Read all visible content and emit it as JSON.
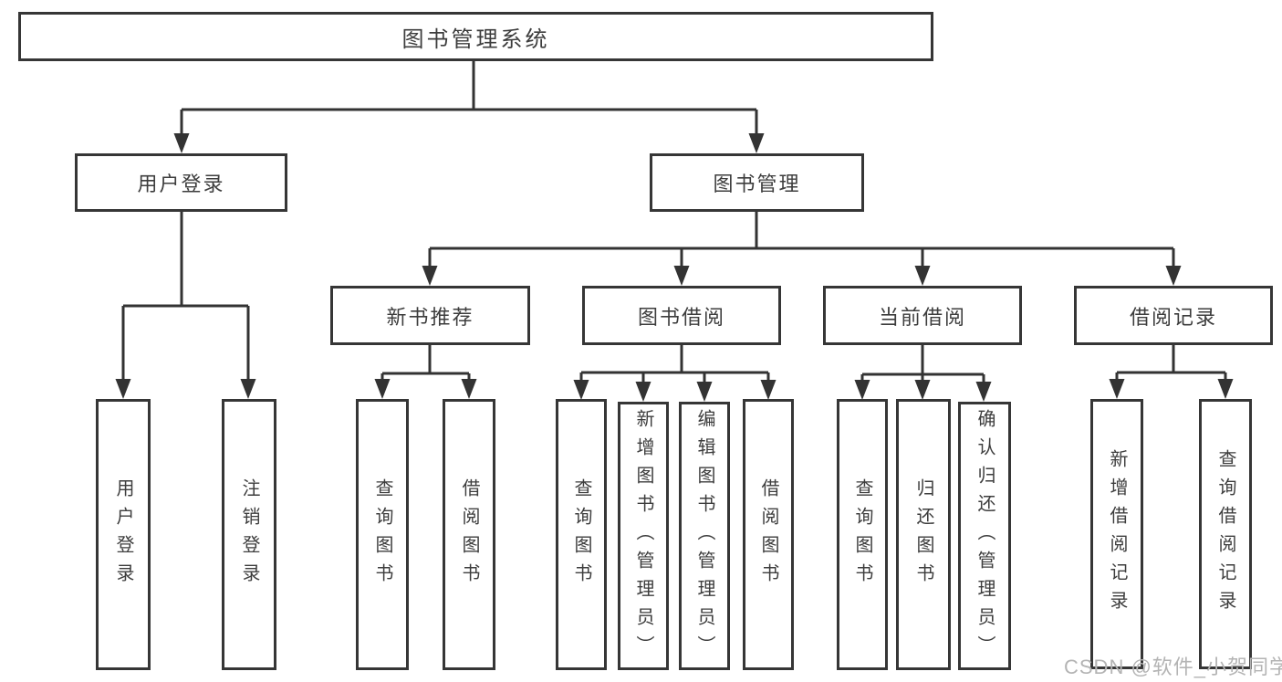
{
  "tree": {
    "root": {
      "label": "图书管理系统"
    },
    "branches": [
      {
        "label": "用户登录",
        "children": [
          {
            "label": "用户登录"
          },
          {
            "label": "注销登录"
          }
        ]
      },
      {
        "label": "图书管理",
        "children": [
          {
            "label": "新书推荐",
            "children": [
              {
                "label": "查询图书"
              },
              {
                "label": "借阅图书"
              }
            ]
          },
          {
            "label": "图书借阅",
            "children": [
              {
                "label": "查询图书"
              },
              {
                "label": "新增图书（管理员）"
              },
              {
                "label": "编辑图书（管理员）"
              },
              {
                "label": "借阅图书"
              }
            ]
          },
          {
            "label": "当前借阅",
            "children": [
              {
                "label": "查询图书"
              },
              {
                "label": "归还图书"
              },
              {
                "label": "确认归还（管理员）"
              }
            ]
          },
          {
            "label": "借阅记录",
            "children": [
              {
                "label": "新增借阅记录"
              },
              {
                "label": "查询借阅记录"
              }
            ]
          }
        ]
      }
    ]
  },
  "watermark": {
    "text": "CSDN @软件_小贺同学"
  },
  "colors": {
    "line": "#333333",
    "box_border": "#363636",
    "box_fill": "#ffffff",
    "text": "#3d3d3d",
    "watermark": "#b4b4b4",
    "background": "#ffffff"
  }
}
